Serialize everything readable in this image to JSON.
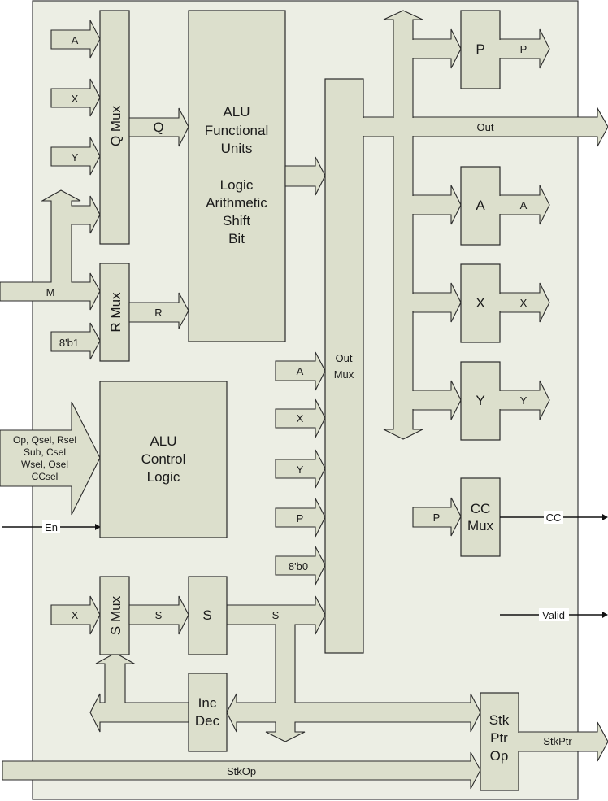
{
  "diagram": {
    "title": "ALU block diagram",
    "colors": {
      "background": "#eceee4",
      "block_fill": "#dcdfcc",
      "stroke": "#2a2a2a"
    },
    "q_mux": {
      "label": "Q Mux",
      "inputs": [
        "A",
        "X",
        "Y"
      ],
      "output": "Q"
    },
    "r_mux": {
      "label": "R Mux",
      "inputs": [
        "M",
        "8'b1"
      ],
      "output": "R"
    },
    "alu_functional": {
      "lines": [
        "ALU",
        "Functional",
        "Units",
        "",
        "Logic",
        "Arithmetic",
        "Shift",
        "Bit"
      ]
    },
    "alu_control": {
      "lines": [
        "ALU",
        "Control",
        "Logic"
      ],
      "input_bus_lines": [
        "Op, Qsel, Rsel",
        "Sub, Csel",
        "Wsel, Osel",
        "CCsel"
      ],
      "enable": "En"
    },
    "out_mux": {
      "lines": [
        "Out",
        "Mux"
      ],
      "inputs": [
        "A",
        "X",
        "Y",
        "P",
        "8'b0"
      ],
      "output": "Out"
    },
    "registers": [
      {
        "name": "P",
        "output": "P"
      },
      {
        "name": "A",
        "output": "A"
      },
      {
        "name": "X",
        "output": "X"
      },
      {
        "name": "Y",
        "output": "Y"
      }
    ],
    "cc_mux": {
      "lines": [
        "CC",
        "Mux"
      ],
      "input": "P",
      "output": "CC"
    },
    "valid": "Valid",
    "s_mux": {
      "label": "S Mux",
      "input": "X",
      "output": "S"
    },
    "s_reg": {
      "name": "S",
      "output": "S"
    },
    "inc_dec": {
      "lines": [
        "Inc",
        "Dec"
      ]
    },
    "stk_ptr_op": {
      "lines": [
        "Stk",
        "Ptr",
        "Op"
      ],
      "input": "StkOp",
      "output": "StkPtr"
    }
  }
}
